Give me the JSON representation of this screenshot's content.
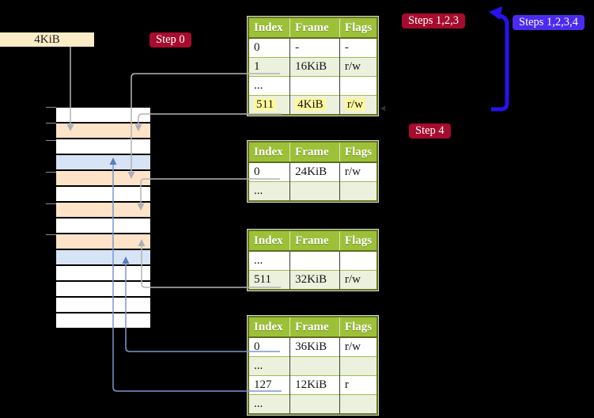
{
  "labels": {
    "page_box": "4KiB",
    "step0": "Step 0",
    "steps123": "Steps 1,2,3",
    "steps1234": "Steps 1,2,3,4",
    "step4": "Step 4"
  },
  "table_headers": [
    "Index",
    "Frame",
    "Flags"
  ],
  "tables": {
    "t1": {
      "rows": [
        {
          "cells": [
            "0",
            "-",
            "-"
          ]
        },
        {
          "cells": [
            "1",
            "16KiB",
            "r/w"
          ]
        },
        {
          "cells": [
            "...",
            "",
            ""
          ]
        },
        {
          "cells": [
            "511",
            "4KiB",
            "r/w"
          ],
          "highlight": true
        }
      ]
    },
    "t2": {
      "rows": [
        {
          "cells": [
            "0",
            "24KiB",
            "r/w"
          ]
        },
        {
          "cells": [
            "...",
            "",
            ""
          ]
        }
      ]
    },
    "t3": {
      "rows": [
        {
          "cells": [
            "...",
            "",
            ""
          ]
        },
        {
          "cells": [
            "511",
            "32KiB",
            "r/w"
          ]
        }
      ]
    },
    "t4": {
      "rows": [
        {
          "cells": [
            "0",
            "36KiB",
            "r/w"
          ]
        },
        {
          "cells": [
            "...",
            "",
            ""
          ]
        },
        {
          "cells": [
            "127",
            "12KiB",
            "r"
          ]
        },
        {
          "cells": [
            "...",
            "",
            ""
          ]
        }
      ]
    }
  },
  "memory_stack": {
    "row_colors": [
      "white",
      "peach",
      "white",
      "blue",
      "peach",
      "white",
      "peach",
      "white",
      "peach",
      "blue",
      "white",
      "white",
      "white",
      "white"
    ],
    "tick_ys": [
      135,
      155,
      177,
      217,
      257,
      296
    ]
  },
  "colors": {
    "background": "#000000",
    "table_header_green": "#9cc139",
    "table_row_green": "#ebf1dc",
    "peach_frame": "#fde3c8",
    "blue_frame": "#d7e4f5",
    "highlight_yellow": "#fdf89e",
    "label_red": "#a50c2d",
    "label_blue_violet": "#4b2bf0",
    "big_arrow_blue": "#2912ec",
    "connector_gray": "#b4b4b4",
    "connector_blue": "#7b97cb",
    "box_cream": "#f9ecc6"
  }
}
